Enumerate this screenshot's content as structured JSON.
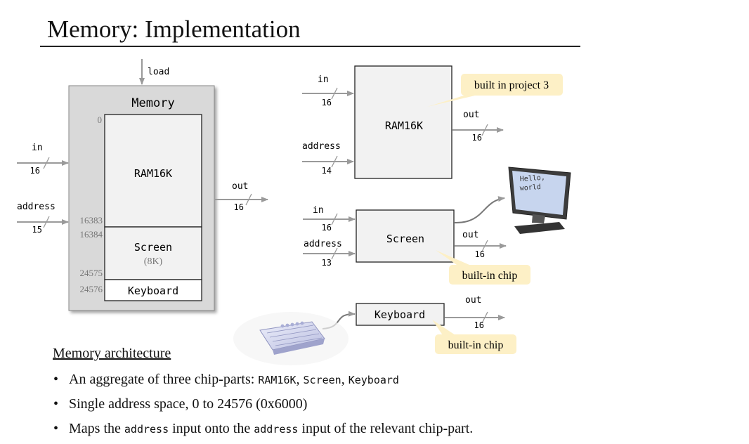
{
  "title": "Memory: Implementation",
  "memory_chip": {
    "name": "Memory",
    "load_label": "load",
    "in_label": "in",
    "in_width": "16",
    "address_label": "address",
    "address_width": "15",
    "out_label": "out",
    "out_width": "16",
    "ram_label": "RAM16K",
    "screen_label": "Screen",
    "screen_size": "(8K)",
    "keyboard_label": "Keyboard",
    "addr_0": "0",
    "addr_16383": "16383",
    "addr_16384": "16384",
    "addr_24575": "24575",
    "addr_24576": "24576"
  },
  "ram_chip": {
    "name": "RAM16K",
    "in_label": "in",
    "in_width": "16",
    "address_label": "address",
    "address_width": "14",
    "out_label": "out",
    "out_width": "16",
    "callout": "built in project 3"
  },
  "screen_chip": {
    "name": "Screen",
    "in_label": "in",
    "in_width": "16",
    "address_label": "address",
    "address_width": "13",
    "out_label": "out",
    "out_width": "16",
    "callout": "built-in chip",
    "monitor_text_line1": "Hello,",
    "monitor_text_line2": "world"
  },
  "keyboard_chip": {
    "name": "Keyboard",
    "out_label": "out",
    "out_width": "16",
    "callout": "built-in chip"
  },
  "architecture": {
    "heading": "Memory architecture",
    "b1_text": "An aggregate of three chip-parts: ",
    "b1_c1": "RAM16K",
    "b1_sep1": ", ",
    "b1_c2": "Screen",
    "b1_sep2": ", ",
    "b1_c3": "Keyboard",
    "b2_text": "Single address space, 0 to 24576  (0x6000)",
    "b3_t1": "Maps the ",
    "b3_c1": "address",
    "b3_t2": " input onto the ",
    "b3_c2": "address",
    "b3_t3": " input of the relevant chip-part."
  },
  "colors": {
    "wire": "#9a9a9a",
    "callout_bg": "#fdf0c6",
    "chip_fill": "#f2f2f2",
    "outer_fill": "#d9d9d9"
  }
}
